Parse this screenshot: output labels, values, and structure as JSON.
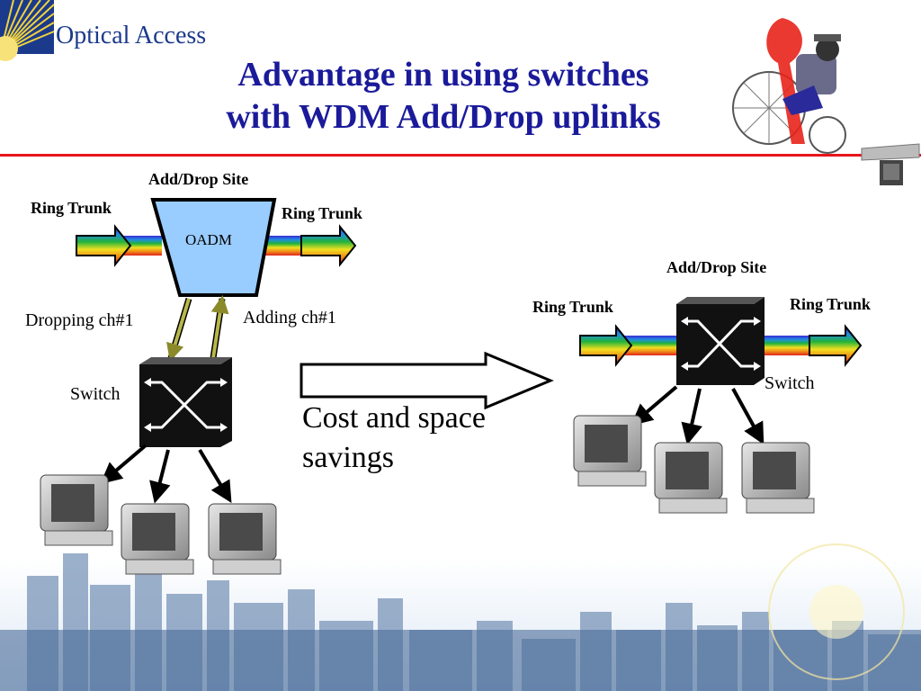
{
  "header": {
    "brand": "Optical Access",
    "title_line1": "Advantage in using switches",
    "title_line2": "with WDM Add/Drop uplinks",
    "rule_color": "#e8151b"
  },
  "left_diagram": {
    "site_label": "Add/Drop Site",
    "ring_trunk_in": "Ring Trunk",
    "ring_trunk_out": "Ring Trunk",
    "oadm_label": "OADM",
    "drop_label": "Dropping ch#1",
    "add_label": "Adding ch#1",
    "switch_label": "Switch"
  },
  "transition": {
    "caption_line1": "Cost and space",
    "caption_line2": "savings"
  },
  "right_diagram": {
    "site_label": "Add/Drop Site",
    "ring_trunk_in": "Ring Trunk",
    "ring_trunk_out": "Ring Trunk",
    "switch_label": "Switch"
  },
  "colors": {
    "title": "#1a1a9a",
    "oadm_fill": "#99ccff",
    "uplink": "#8a8a2a"
  }
}
